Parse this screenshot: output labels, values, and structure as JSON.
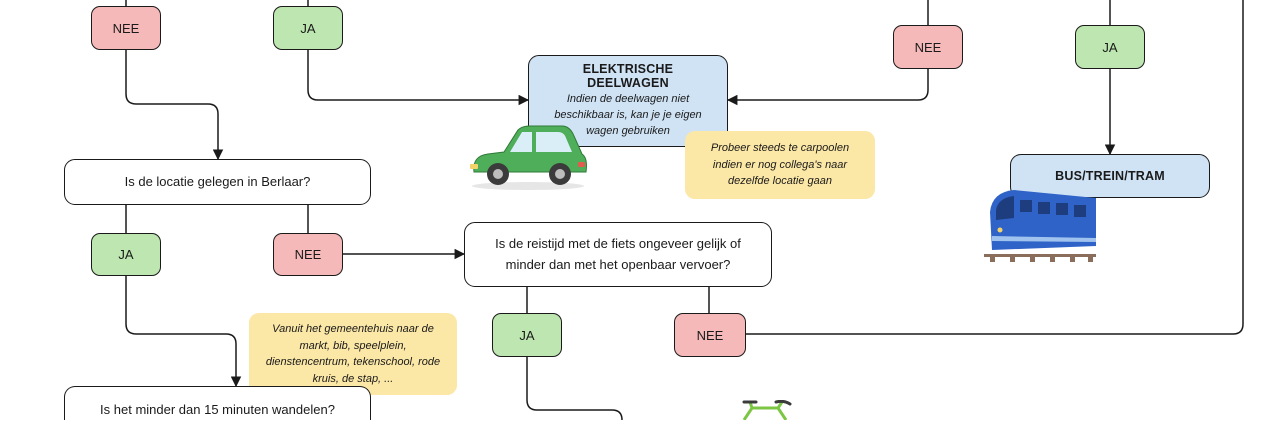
{
  "labels": {
    "nee": "NEE",
    "ja": "JA"
  },
  "modes": {
    "deelwagen": {
      "title": "ELEKTRISCHE DEELWAGEN",
      "subtitle": "Indien de deelwagen niet beschikbaar is, kan je je eigen wagen gebruiken"
    },
    "bus": {
      "title": "BUS/TREIN/TRAM"
    }
  },
  "questions": {
    "berlaar": "Is de locatie gelegen in Berlaar?",
    "fiets": "Is de reistijd met de fiets ongeveer gelijk of minder dan met het openbaar vervoer?",
    "wandelen": "Is het minder dan 15 minuten wandelen?"
  },
  "notes": {
    "carpool": "Probeer steeds te carpoolen indien er nog collega's naar dezelfde locatie gaan",
    "gemeentehuis": "Vanuit het gemeentehuis naar de markt, bib, speelplein, dienstencentrum, tekenschool, rode kruis, de stap, ..."
  },
  "colors": {
    "nee": "#f6b9b9",
    "ja": "#bde6b0",
    "mode": "#cfe3f5",
    "note": "#fbe7a6",
    "line": "#1a1a1a"
  },
  "icons": [
    "car-icon",
    "train-icon",
    "bicycle-icon"
  ]
}
